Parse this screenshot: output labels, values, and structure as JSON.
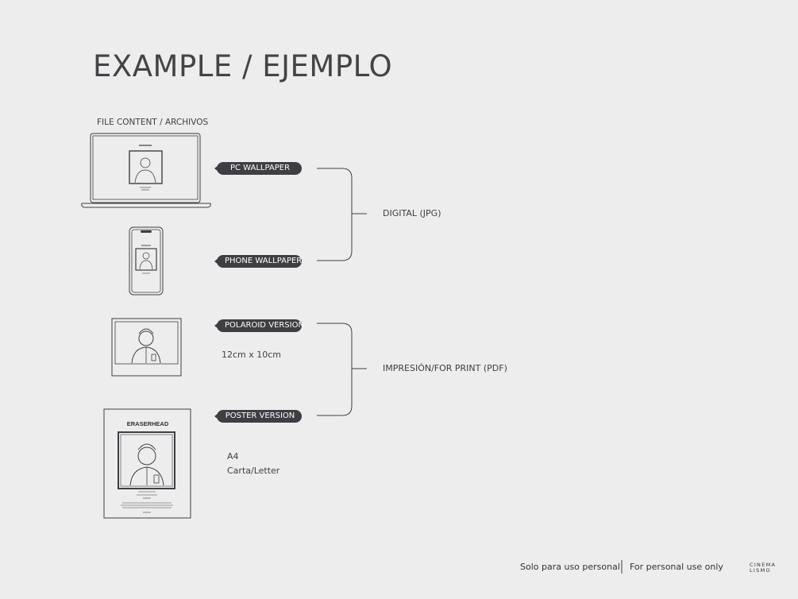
{
  "title": "EXAMPLE / EJEMPLO",
  "section_label": "FILE CONTENT / ARCHIVOS",
  "pills": {
    "pc": "PC WALLPAPER",
    "phone": "PHONE WALLPAPER",
    "polaroid": "POLAROID VERSION",
    "poster": "POSTER VERSION"
  },
  "groups": {
    "digital": "DIGITAL (JPG)",
    "print": "IMPRESIÓN/FOR PRINT (PDF)"
  },
  "sizes": {
    "polaroid": "12cm x 10cm",
    "poster_line1": "A4",
    "poster_line2": "Carta/Letter"
  },
  "mockups": {
    "poster_title": "ERASERHEAD"
  },
  "footer": {
    "personal_es": "Solo para uso personal",
    "personal_en": "For personal use only",
    "brand_line1": "CINEMA",
    "brand_line2": "LISMO"
  },
  "colors": {
    "background": "#ededed",
    "pill": "#3e3e43",
    "text": "#3f3f44"
  }
}
